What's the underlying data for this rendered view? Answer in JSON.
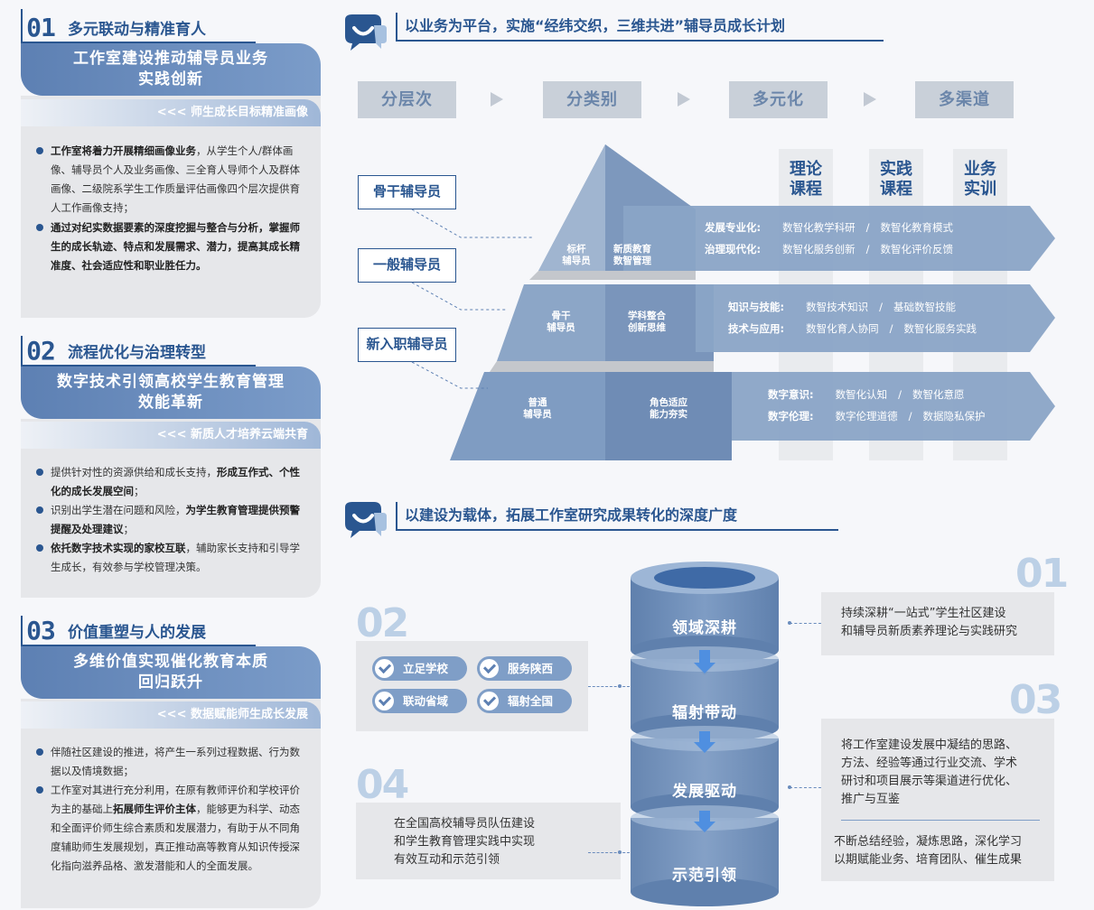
{
  "left": {
    "s1": {
      "num": "01",
      "title": "多元联动与精准育人",
      "banner": [
        "工作室建设推动辅导员业务",
        "实践创新"
      ],
      "strip": "<<< 师生成长目标精准画像",
      "b1_bold": "工作室将着力开展精细画像业务",
      "b1_rest": "，从学生个人/群体画像、辅导员个人及业务画像、三全育人导师个人及群体画像、二级院系学生工作质量评估画像四个层次提供育人工作画像支持；",
      "b2_bold": "通过对纪实数据要素的深度挖掘与整合与分析，掌握师生的成长轨迹、特点和发展需求、潜力，提高其成长精准度、社会适应性和职业胜任力。"
    },
    "s2": {
      "num": "02",
      "title": "流程优化与治理转型",
      "banner": [
        "数字技术引领高校学生教育管理",
        "效能革新"
      ],
      "strip": "<<< 新质人才培养云端共育",
      "b1_pre": "提供针对性的资源供给和成长支持，",
      "b1_bold": "形成互作式、个性化的成长发展空间",
      "b1_post": "；",
      "b2_pre": "识别出学生潜在问题和风险，",
      "b2_bold": "为学生教育管理提供预警提醒及处理建议",
      "b2_post": "；",
      "b3_bold": "依托数字技术实现的家校互联",
      "b3_post": "，辅助家长支持和引导学生成长，有效参与学校管理决策。"
    },
    "s3": {
      "num": "03",
      "title": "价值重塑与人的发展",
      "banner": [
        "多维价值实现催化教育本质",
        "回归跃升"
      ],
      "strip": "<<< 数据赋能师生成长发展",
      "b1": "伴随社区建设的推进，将产生一系列过程数据、行为数据以及情境数据；",
      "b2_pre": "工作室对其进行充分利用，在原有教师评价和学校评价为主的基础上",
      "b2_bold": "拓展师生评价主体",
      "b2_post": "，能够更为科学、动态和全面评价师生综合素质和发展潜力，有助于从不同角度辅助师生发展规划，真正推动高等教育从知识传授深化指向滋养品格、激发潜能和人的全面发展。"
    }
  },
  "top": {
    "title": "以业务为平台，实施“经纬交织，三维共进”辅导员成长计划",
    "steps": [
      "分层次",
      "分类别",
      "多元化",
      "多渠道"
    ],
    "columns": [
      [
        "理论",
        "课程"
      ],
      [
        "实践",
        "课程"
      ],
      [
        "业务",
        "实训"
      ]
    ],
    "roles": [
      "骨干辅导员",
      "一般辅导员",
      "新入职辅导员"
    ],
    "pyramid": {
      "top_left": [
        "标杆",
        "辅导员"
      ],
      "top_right": [
        "新质教育",
        "数智管理"
      ],
      "mid_left": [
        "骨干",
        "辅导员"
      ],
      "mid_right": [
        "学科整合",
        "创新思维"
      ],
      "bot_left": [
        "普通",
        "辅导员"
      ],
      "bot_right": [
        "角色适应",
        "能力夯实"
      ]
    },
    "bands": [
      [
        {
          "k": "发展专业化:",
          "a": "数智化教学科研",
          "b": "数智化教育模式"
        },
        {
          "k": "治理现代化:",
          "a": "数智化服务创新",
          "b": "数智化评价反馈"
        }
      ],
      [
        {
          "k": "知识与技能:",
          "a": "数智技术知识",
          "b": "基础数智技能"
        },
        {
          "k": "技术与应用:",
          "a": "数智化育人协同",
          "b": "数智化服务实践"
        }
      ],
      [
        {
          "k": "数字意识:",
          "a": "数智化认知",
          "b": "数智化意愿"
        },
        {
          "k": "数字伦理:",
          "a": "数字伦理道德",
          "b": "数据隐私保护"
        }
      ]
    ],
    "sep": "/"
  },
  "bottom": {
    "title": "以建设为载体，拓展工作室研究成果转化的深度广度",
    "cylinders": [
      "领域深耕",
      "辐射带动",
      "发展驱动",
      "示范引领"
    ],
    "n01": "01",
    "n02": "02",
    "n03": "03",
    "n04": "04",
    "box01": [
      "持续深耕“一站式”学生社区建设",
      "和辅导员新质素养理论与实践研究"
    ],
    "pills": [
      "立足学校",
      "服务陕西",
      "联动省域",
      "辐射全国"
    ],
    "box03a": [
      "将工作室建设发展中凝结的思路、",
      "方法、经验等通过行业交流、学术",
      "研讨和项目展示等渠道进行优化、",
      "推广与互鉴"
    ],
    "box03b": [
      "不断总结经验，凝炼思路，深化学习",
      "以期赋能业务、培育团队、催生成果"
    ],
    "box04": [
      "在全国高校辅导员队伍建设",
      "和学生教育管理实践中实现",
      "有效互动和示范引领"
    ]
  },
  "colors": {
    "primary": "#2a5690",
    "banner": "#6d8fc0",
    "pyramid": "#7d9ac0",
    "light": "#bcd0e6"
  }
}
